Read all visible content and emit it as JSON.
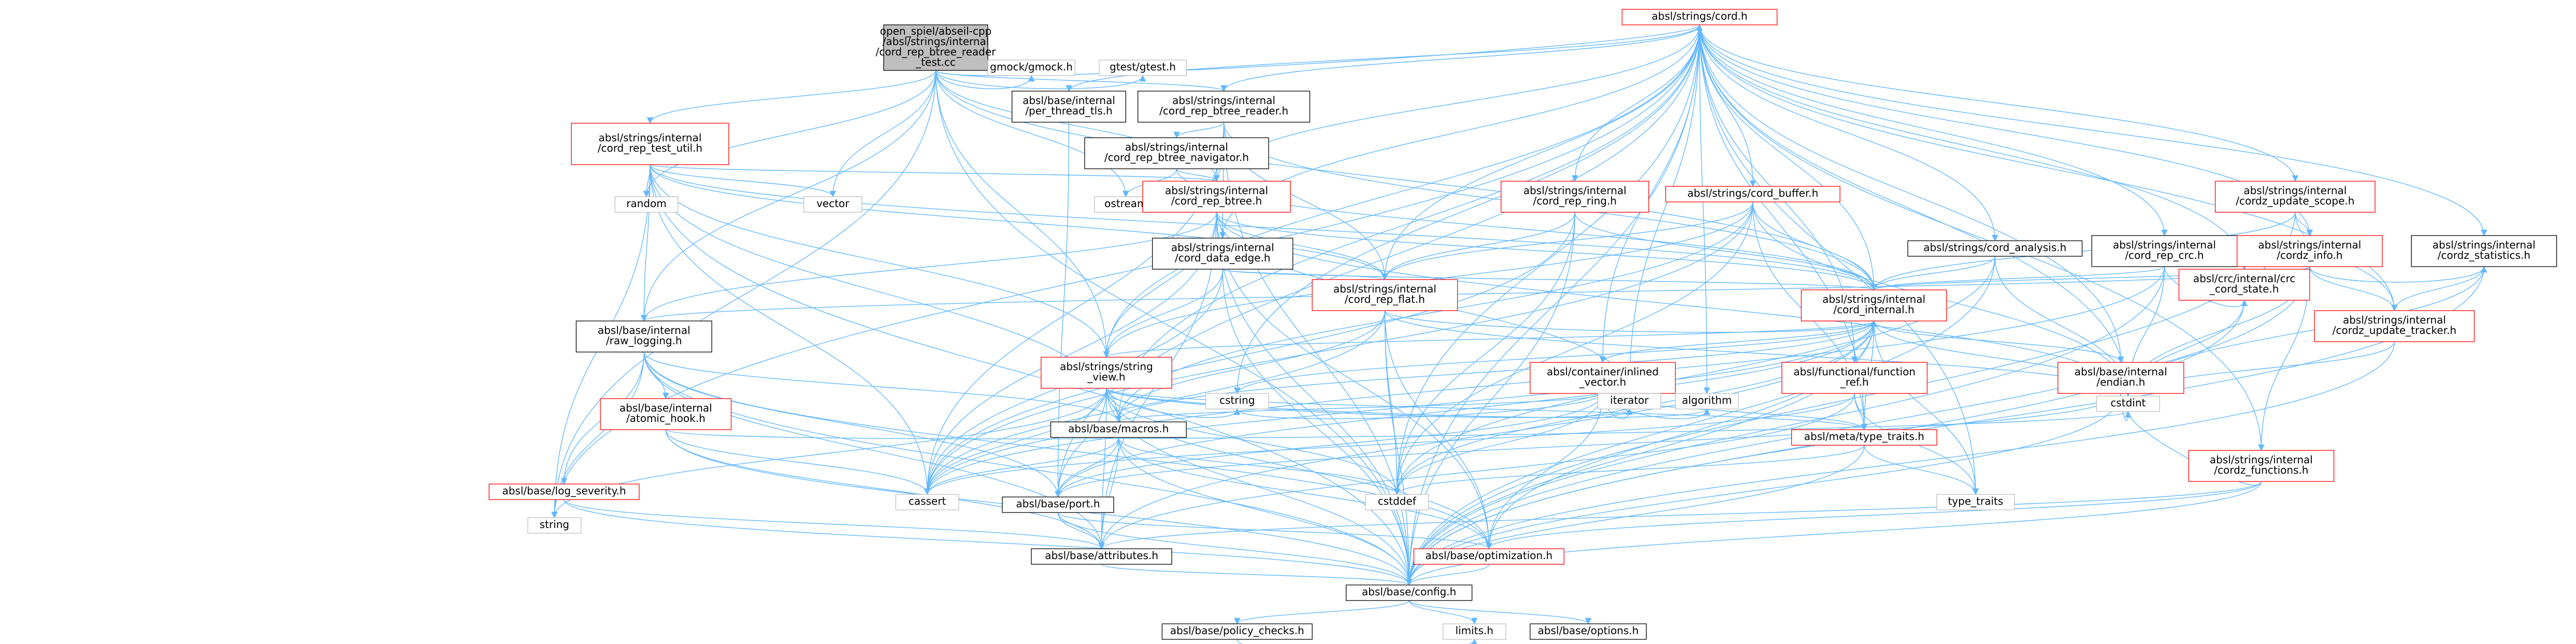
{
  "graph": {
    "type": "include-dependency-graph",
    "colors": {
      "root_fill": "#bfbfbf",
      "node_fill": "#ffffff",
      "node_border": "#000000",
      "node_border_external": "#ff0000",
      "node_border_system": "#bfbfbf",
      "node_text": "#000000",
      "edge": "#63b8ff"
    },
    "nodes": [
      {
        "id": "root",
        "lines": [
          "open_spiel/abseil-cpp",
          "/absl/strings/internal",
          "/cord_rep_btree_reader",
          "_test.cc"
        ],
        "style": "root"
      },
      {
        "id": "cord",
        "lines": [
          "absl/strings/cord.h"
        ],
        "style": "red"
      },
      {
        "id": "gmock",
        "lines": [
          "gmock/gmock.h"
        ],
        "style": "gray"
      },
      {
        "id": "gtest",
        "lines": [
          "gtest/gtest.h"
        ],
        "style": "gray"
      },
      {
        "id": "per_thread_tls",
        "lines": [
          "absl/base/internal",
          "/per_thread_tls.h"
        ],
        "style": "black"
      },
      {
        "id": "btree_reader",
        "lines": [
          "absl/strings/internal",
          "/cord_rep_btree_reader.h"
        ],
        "style": "black"
      },
      {
        "id": "test_util",
        "lines": [
          "absl/strings/internal",
          "/cord_rep_test_util.h"
        ],
        "style": "red"
      },
      {
        "id": "btree_navigator",
        "lines": [
          "absl/strings/internal",
          "/cord_rep_btree_navigator.h"
        ],
        "style": "black"
      },
      {
        "id": "random",
        "lines": [
          "random"
        ],
        "style": "gray"
      },
      {
        "id": "vector",
        "lines": [
          "vector"
        ],
        "style": "gray"
      },
      {
        "id": "ostream",
        "lines": [
          "ostream"
        ],
        "style": "gray"
      },
      {
        "id": "rep_btree",
        "lines": [
          "absl/strings/internal",
          "/cord_rep_btree.h"
        ],
        "style": "red"
      },
      {
        "id": "rep_ring",
        "lines": [
          "absl/strings/internal",
          "/cord_rep_ring.h"
        ],
        "style": "red"
      },
      {
        "id": "cord_buffer",
        "lines": [
          "absl/strings/cord_buffer.h"
        ],
        "style": "red"
      },
      {
        "id": "data_edge",
        "lines": [
          "absl/strings/internal",
          "/cord_data_edge.h"
        ],
        "style": "black"
      },
      {
        "id": "rep_flat",
        "lines": [
          "absl/strings/internal",
          "/cord_rep_flat.h"
        ],
        "style": "red"
      },
      {
        "id": "cord_analysis",
        "lines": [
          "absl/strings/cord_analysis.h"
        ],
        "style": "black"
      },
      {
        "id": "rep_crc",
        "lines": [
          "absl/strings/internal",
          "/cord_rep_crc.h"
        ],
        "style": "black"
      },
      {
        "id": "update_scope",
        "lines": [
          "absl/strings/internal",
          "/cordz_update_scope.h"
        ],
        "style": "red"
      },
      {
        "id": "cordz_info",
        "lines": [
          "absl/strings/internal",
          "/cordz_info.h"
        ],
        "style": "red"
      },
      {
        "id": "cordz_statistics",
        "lines": [
          "absl/strings/internal",
          "/cordz_statistics.h"
        ],
        "style": "black"
      },
      {
        "id": "crc_cord_state",
        "lines": [
          "absl/crc/internal/crc",
          "_cord_state.h"
        ],
        "style": "red"
      },
      {
        "id": "cord_internal",
        "lines": [
          "absl/strings/internal",
          "/cord_internal.h"
        ],
        "style": "red"
      },
      {
        "id": "raw_logging",
        "lines": [
          "absl/base/internal",
          "/raw_logging.h"
        ],
        "style": "black"
      },
      {
        "id": "string_view",
        "lines": [
          "absl/strings/string",
          "_view.h"
        ],
        "style": "red"
      },
      {
        "id": "inlined_vector",
        "lines": [
          "absl/container/inlined",
          "_vector.h"
        ],
        "style": "red"
      },
      {
        "id": "function_ref",
        "lines": [
          "absl/functional/function",
          "_ref.h"
        ],
        "style": "red"
      },
      {
        "id": "endian",
        "lines": [
          "absl/base/internal",
          "/endian.h"
        ],
        "style": "red"
      },
      {
        "id": "update_tracker",
        "lines": [
          "absl/strings/internal",
          "/cordz_update_tracker.h"
        ],
        "style": "red"
      },
      {
        "id": "atomic_hook",
        "lines": [
          "absl/base/internal",
          "/atomic_hook.h"
        ],
        "style": "red"
      },
      {
        "id": "macros",
        "lines": [
          "absl/base/macros.h"
        ],
        "style": "black"
      },
      {
        "id": "type_traits",
        "lines": [
          "absl/meta/type_traits.h"
        ],
        "style": "red"
      },
      {
        "id": "cordz_functions",
        "lines": [
          "absl/strings/internal",
          "/cordz_functions.h"
        ],
        "style": "red"
      },
      {
        "id": "log_severity",
        "lines": [
          "absl/base/log_severity.h"
        ],
        "style": "red"
      },
      {
        "id": "port",
        "lines": [
          "absl/base/port.h"
        ],
        "style": "black"
      },
      {
        "id": "string",
        "lines": [
          "string"
        ],
        "style": "gray"
      },
      {
        "id": "cstddef",
        "lines": [
          "cstddef"
        ],
        "style": "gray"
      },
      {
        "id": "cstring",
        "lines": [
          "cstring"
        ],
        "style": "gray"
      },
      {
        "id": "iterator",
        "lines": [
          "iterator"
        ],
        "style": "gray"
      },
      {
        "id": "algorithm",
        "lines": [
          "algorithm"
        ],
        "style": "gray"
      },
      {
        "id": "cstdint",
        "lines": [
          "cstdint"
        ],
        "style": "gray"
      },
      {
        "id": "cassert",
        "lines": [
          "cassert"
        ],
        "style": "gray"
      },
      {
        "id": "type_traits_std",
        "lines": [
          "type_traits"
        ],
        "style": "gray"
      },
      {
        "id": "attributes",
        "lines": [
          "absl/base/attributes.h"
        ],
        "style": "black"
      },
      {
        "id": "optimization",
        "lines": [
          "absl/base/optimization.h"
        ],
        "style": "red"
      },
      {
        "id": "config",
        "lines": [
          "absl/base/config.h"
        ],
        "style": "black"
      },
      {
        "id": "policy_checks",
        "lines": [
          "absl/base/policy_checks.h"
        ],
        "style": "black"
      },
      {
        "id": "options",
        "lines": [
          "absl/base/options.h"
        ],
        "style": "black"
      },
      {
        "id": "limits",
        "lines": [
          "limits.h"
        ],
        "style": "gray"
      }
    ]
  }
}
